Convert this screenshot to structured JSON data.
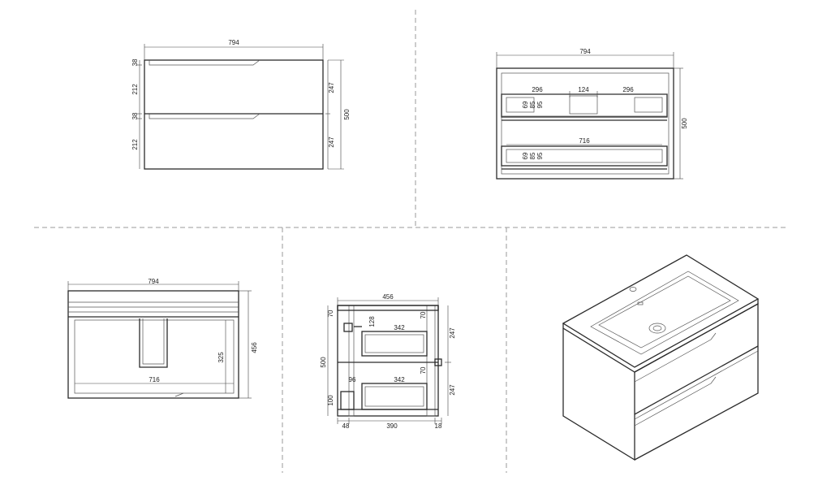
{
  "front_view": {
    "width": "794",
    "height_total": "500",
    "left_top_gap": "38",
    "left_top_drawer": "212",
    "left_bottom_gap": "38",
    "left_bottom_drawer": "212",
    "right_top": "247",
    "right_bottom": "247"
  },
  "inner_view": {
    "width": "794",
    "height": "500",
    "top_left": "296",
    "top_mid": "124",
    "top_right": "296",
    "top_d1": "69",
    "top_d2": "85",
    "top_d3": "95",
    "lower_width": "716",
    "low_d1": "69",
    "low_d2": "85",
    "low_d3": "95"
  },
  "top_view": {
    "width": "794",
    "depth": "456",
    "inner_depth": "325",
    "inner_width": "716"
  },
  "side_view": {
    "depth": "456",
    "height": "500",
    "top_rail_left": "70",
    "top_rail_right": "70",
    "upper_right": "247",
    "lower_right": "247",
    "gap_128": "128",
    "drawer_top": "342",
    "drawer_bottom": "342",
    "mid_rail": "70",
    "offset_96": "96",
    "base_100": "100",
    "bottom_48": "48",
    "bottom_390": "390",
    "bottom_18": "18"
  }
}
